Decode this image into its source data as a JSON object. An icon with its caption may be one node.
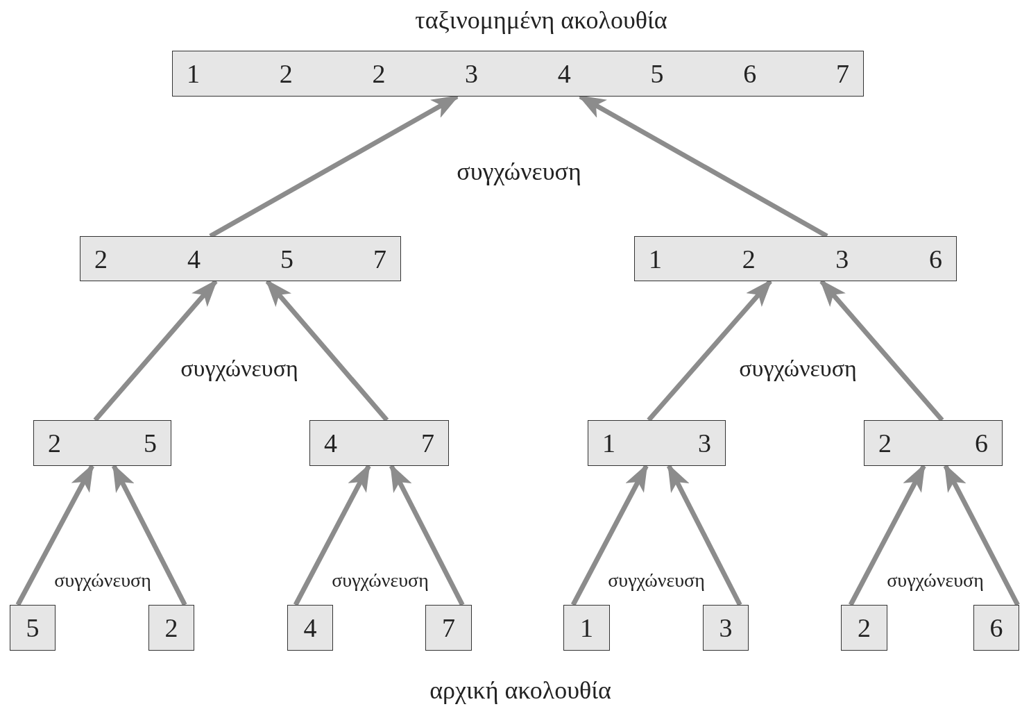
{
  "diagram": {
    "title": "ταξινομημένη ακολουθία",
    "caption": "αρχική ακολουθία",
    "nodes": [
      {
        "text": [
          "1",
          "2",
          "2",
          "3",
          "4",
          "5",
          "6",
          "7"
        ]
      },
      {
        "text": [
          "2",
          "4",
          "5",
          "7"
        ]
      },
      {
        "text": [
          "1",
          "2",
          "3",
          "6"
        ]
      },
      {
        "text": [
          "2",
          "5"
        ]
      },
      {
        "text": [
          "4",
          "7"
        ]
      },
      {
        "text": [
          "1",
          "3"
        ]
      },
      {
        "text": [
          "2",
          "6"
        ]
      },
      {
        "text": [
          "5"
        ]
      },
      {
        "text": [
          "2"
        ]
      },
      {
        "text": [
          "4"
        ]
      },
      {
        "text": [
          "7"
        ]
      },
      {
        "text": [
          "1"
        ]
      },
      {
        "text": [
          "3"
        ]
      },
      {
        "text": [
          "2"
        ]
      },
      {
        "text": [
          "6"
        ]
      }
    ],
    "edges": [
      {
        "from": 1,
        "to": 0,
        "arrow": "to"
      },
      {
        "from": 2,
        "to": 0,
        "arrow": "to"
      },
      {
        "from": 3,
        "to": 1,
        "arrow": "to"
      },
      {
        "from": 4,
        "to": 1,
        "arrow": "to"
      },
      {
        "from": 5,
        "to": 2,
        "arrow": "to"
      },
      {
        "from": 6,
        "to": 2,
        "arrow": "to"
      },
      {
        "from": 7,
        "to": 3,
        "arrow": "to"
      },
      {
        "from": 8,
        "to": 3,
        "arrow": "to"
      },
      {
        "from": 9,
        "to": 4,
        "arrow": "to"
      },
      {
        "from": 10,
        "to": 4,
        "arrow": "to"
      },
      {
        "from": 11,
        "to": 5,
        "arrow": "to"
      },
      {
        "from": 12,
        "to": 5,
        "arrow": "to"
      },
      {
        "from": 13,
        "to": 6,
        "arrow": "to"
      },
      {
        "from": 14,
        "to": 6,
        "arrow": "to"
      }
    ],
    "labels": [
      "συγχώνευση",
      "συγχώνευση",
      "συγχώνευση",
      "συγχώνευση",
      "συγχώνευση",
      "συγχώνευση",
      "συγχώνευση"
    ]
  }
}
